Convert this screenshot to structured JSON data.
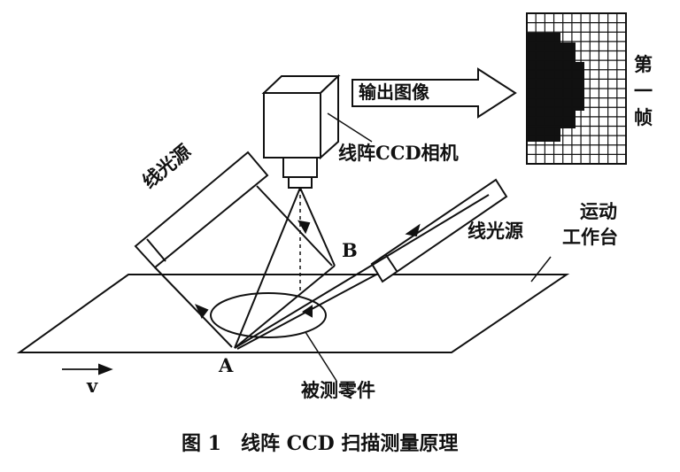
{
  "labels": {
    "output_image": "输出图像",
    "camera": "线阵CCD相机",
    "light_source_left": "线光源",
    "light_source_right": "线光源",
    "frame_1": "第",
    "frame_2": "一",
    "frame_3": "帧",
    "table_1": "运动",
    "table_2": "工作台",
    "point_b": "B",
    "point_a": "A",
    "velocity": "v",
    "part": "被测零件"
  },
  "caption": "图 1　线阵 CCD 扫描测量原理"
}
